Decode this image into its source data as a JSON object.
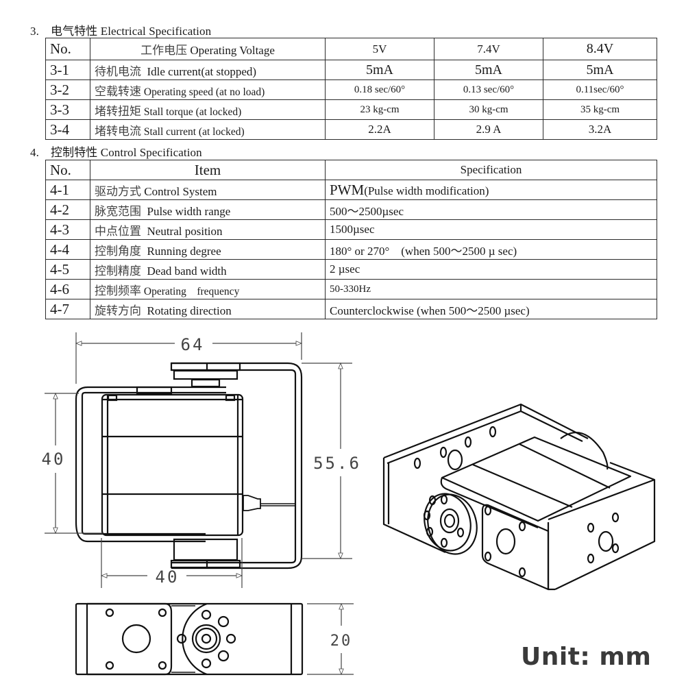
{
  "electrical": {
    "section_number": "3.",
    "section_title": "电气特性 Electrical Specification",
    "header": {
      "no": "No.",
      "item_zh": "工作电压",
      "item_en": "Operating Voltage",
      "voltages": [
        "5V",
        "7.4V",
        "8.4V"
      ]
    },
    "rows": [
      {
        "no": "3-1",
        "item_zh": "待机电流",
        "item_en": "Idle current(at stopped)",
        "values": [
          "5mA",
          "5mA",
          "5mA"
        ]
      },
      {
        "no": "3-2",
        "item_zh": "空载转速",
        "item_en": "Operating speed (at no load)",
        "values": [
          "0.18 sec/60°",
          "0.13 sec/60°",
          "0.11sec/60°"
        ]
      },
      {
        "no": "3-3",
        "item_zh": "堵转扭矩",
        "item_en": "Stall torque (at locked)",
        "values": [
          "23 kg-cm",
          "30 kg-cm",
          "35 kg-cm"
        ]
      },
      {
        "no": "3-4",
        "item_zh": "堵转电流",
        "item_en": "Stall current (at locked)",
        "values": [
          "2.2A",
          "2.9 A",
          "3.2A"
        ]
      }
    ]
  },
  "control": {
    "section_number": "4.",
    "section_title": "控制特性 Control Specification",
    "header": {
      "no": "No.",
      "item": "Item",
      "spec": "Specification"
    },
    "rows": [
      {
        "no": "4-1",
        "item_zh": "驱动方式",
        "item_en": "Control System",
        "spec_main": "PWM",
        "spec_rest": "(Pulse width modification)"
      },
      {
        "no": "4-2",
        "item_zh": "脉宽范围",
        "item_en": "Pulse width range",
        "spec": "500～2500µsec"
      },
      {
        "no": "4-3",
        "item_zh": "中点位置",
        "item_en": "Neutral position",
        "spec": "1500µsec"
      },
      {
        "no": "4-4",
        "item_zh": "控制角度",
        "item_en": "Running degree",
        "spec": "180° or 270°    (when 500～2500 µ sec)"
      },
      {
        "no": "4-5",
        "item_zh": "控制精度",
        "item_en": "Dead band width",
        "spec": "2 µsec"
      },
      {
        "no": "4-6",
        "item_zh": "控制频率",
        "item_en": "Operating    frequency",
        "spec": "50-330Hz"
      },
      {
        "no": "4-7",
        "item_zh": "旋转方向",
        "item_en": "Rotating direction",
        "spec": "Counterclockwise (when 500～2500 µsec)"
      }
    ]
  },
  "drawing": {
    "front_view": {
      "width_overall": "64",
      "height_body": "40",
      "height_overall": "55.6",
      "width_body": "40"
    },
    "top_view": {
      "depth": "20"
    }
  },
  "unit_label": "Unit: mm"
}
